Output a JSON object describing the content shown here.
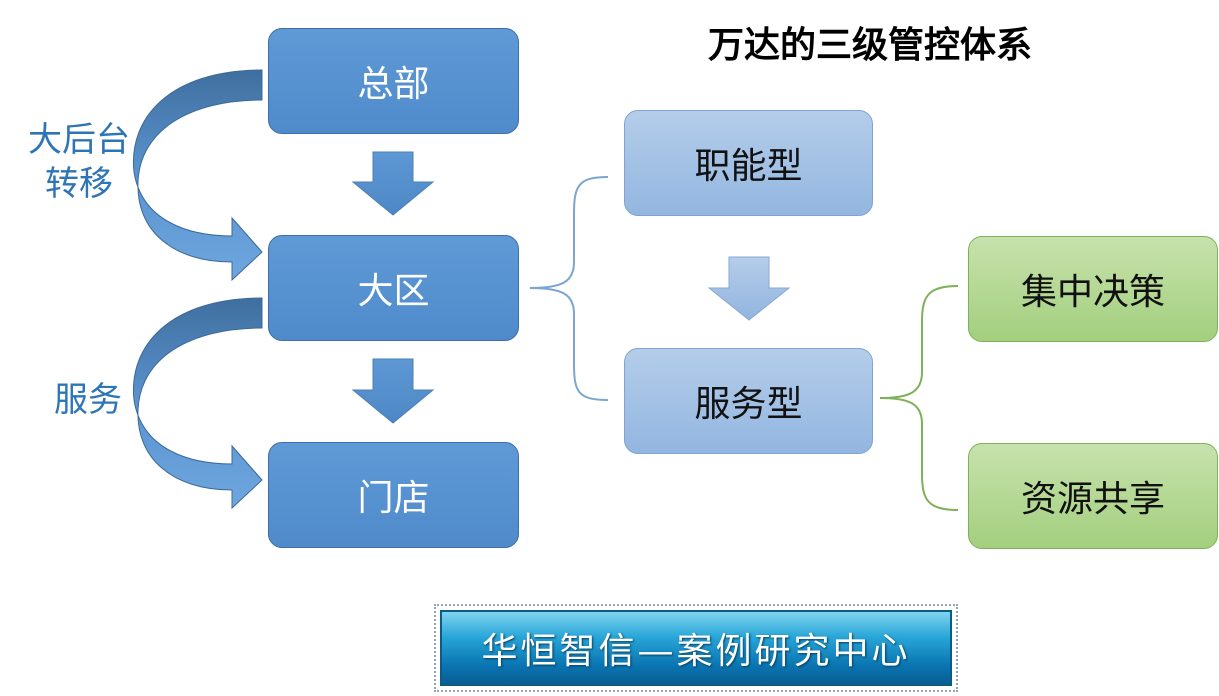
{
  "title": "万达的三级管控体系",
  "levels": {
    "hq": "总部",
    "region": "大区",
    "store": "门店"
  },
  "side_labels": {
    "backend_line1": "大后台",
    "backend_line2": "转移",
    "service": "服务"
  },
  "types": {
    "functional": "职能型",
    "service": "服务型"
  },
  "outcomes": {
    "centralized": "集中决策",
    "shared": "资源共享"
  },
  "banner": "华恒智信—案例研究中心",
  "colors": {
    "box_dark": "#5b9bd5",
    "box_light": "#9dc3e6",
    "box_green": "#a9d18e",
    "label_blue": "#2e75b6",
    "bracket_blue": "#7aa6cf",
    "bracket_green": "#7fb05a"
  }
}
